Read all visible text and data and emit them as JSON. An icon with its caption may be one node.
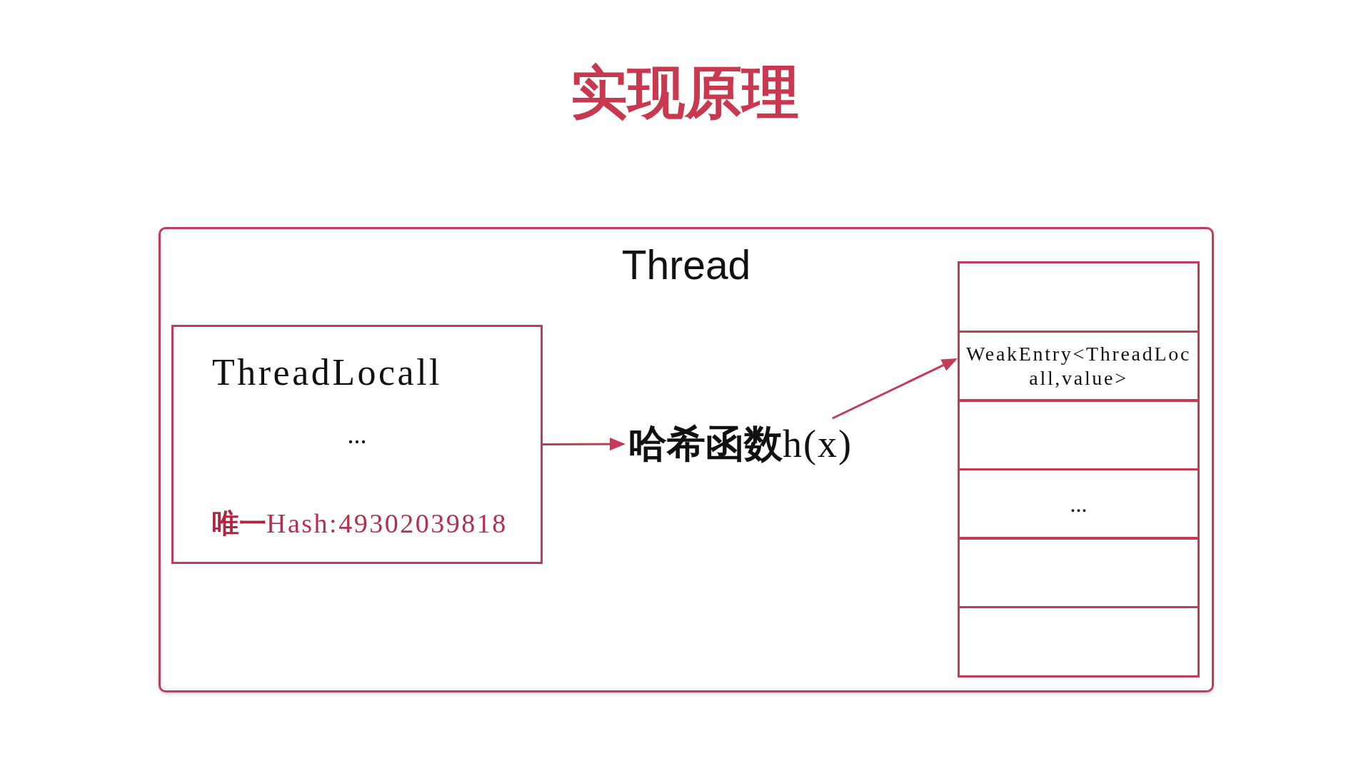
{
  "diagram": {
    "title": "实现原理",
    "nodes": [
      {
        "text": [
          "Thread"
        ]
      },
      {
        "text": [
          "ThreadLocall",
          "...",
          "**唯一**Hash:49302039818"
        ],
        "in": 0
      },
      {
        "text": [
          "**哈希函数**h(x)"
        ],
        "in": 0
      },
      {
        "text": [],
        "shape": "box",
        "in": 0
      },
      {
        "text": [
          "WeakEntry<ThreadLocall,value>"
        ],
        "in": 0
      },
      {
        "text": [],
        "shape": "box",
        "in": 0
      },
      {
        "text": [
          "..."
        ],
        "in": 0
      },
      {
        "text": [],
        "shape": "box",
        "in": 0
      },
      {
        "text": [],
        "shape": "box",
        "in": 0
      }
    ],
    "edges": [
      {
        "from": 1,
        "to": 2,
        "arrow": "to"
      },
      {
        "from": 2,
        "to": 4,
        "arrow": "to"
      }
    ]
  }
}
